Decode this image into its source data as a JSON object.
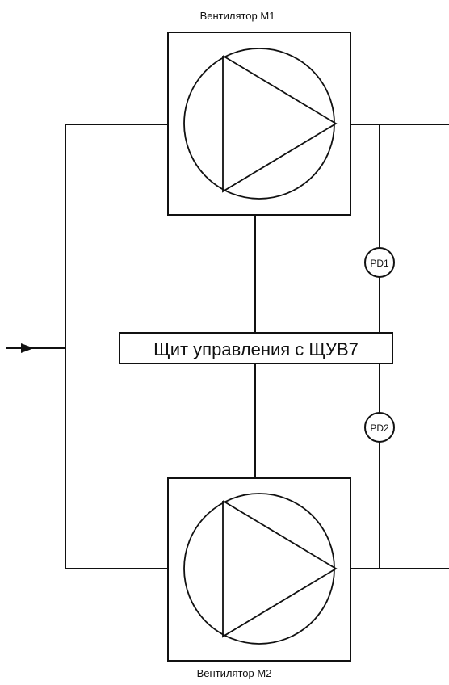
{
  "fan_top": {
    "label": "Вентилятор М1"
  },
  "fan_bottom": {
    "label": "Вентилятор М2"
  },
  "control_panel": {
    "label": "Щит управления с ЩУВ7"
  },
  "sensors": [
    {
      "label": "PD1"
    },
    {
      "label": "PD2"
    }
  ],
  "icons": {
    "fan_symbol": "fan-icon",
    "flow_arrow": "arrow-right-icon"
  }
}
